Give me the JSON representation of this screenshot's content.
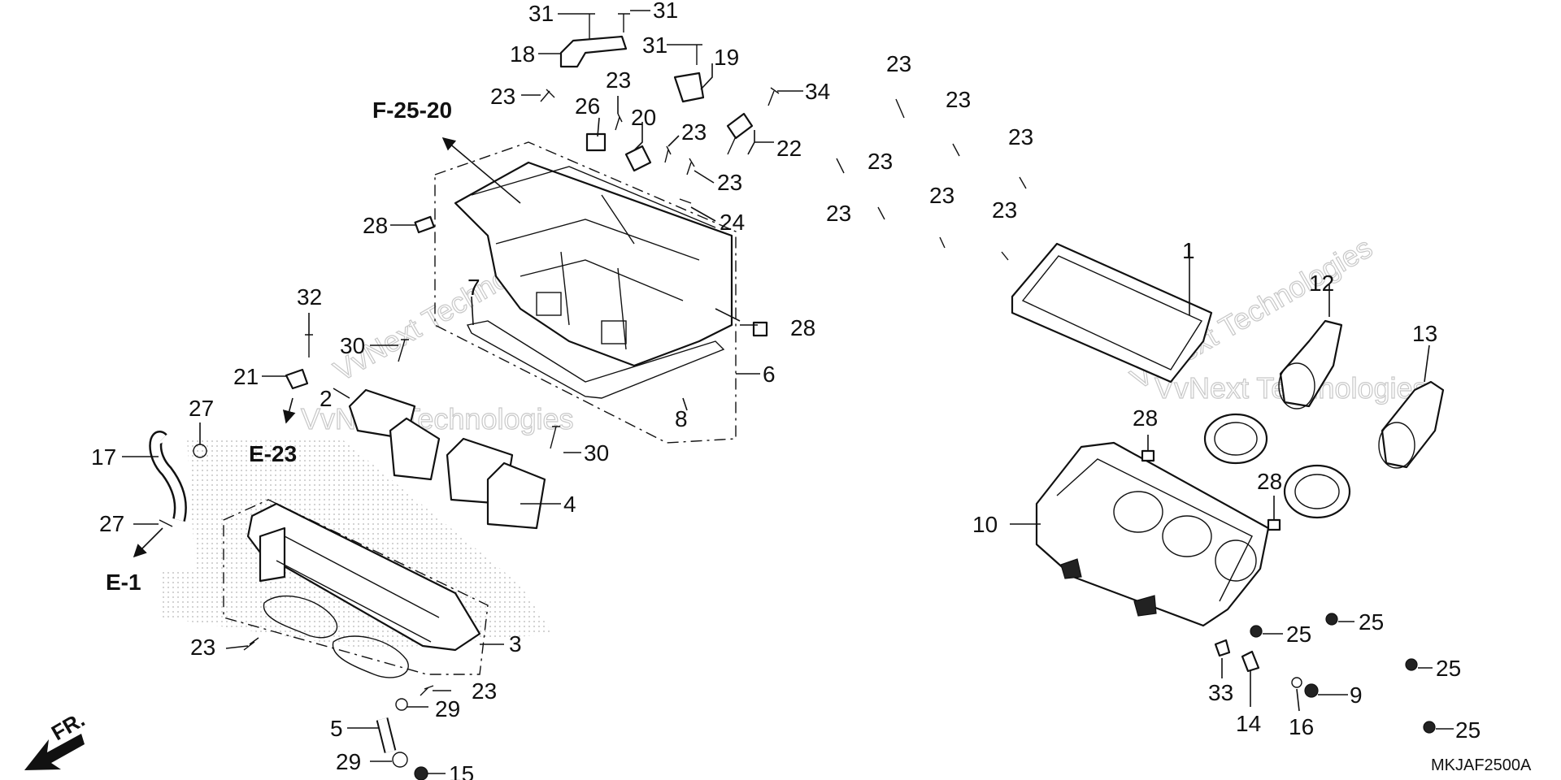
{
  "watermarks": [
    "VvNext Technologies",
    "VvNext Technologies",
    "VvNext Technologies",
    "VvNext Technologies"
  ],
  "refs": [
    "F-25-20",
    "E-23",
    "E-1"
  ],
  "code": "MKJAF2500A",
  "front_label": "FR.",
  "callouts": {
    "c31a": "31",
    "c31b": "31",
    "c31c": "31",
    "c18": "18",
    "c19": "19",
    "c23a": "23",
    "c23b": "23",
    "c26": "26",
    "c20": "20",
    "c23c": "23",
    "c34": "34",
    "c22": "22",
    "c23d": "23",
    "c24": "24",
    "c28a": "28",
    "c28b": "28",
    "c7": "7",
    "c6": "6",
    "c8": "8",
    "c32": "32",
    "c30a": "30",
    "c21": "21",
    "c2": "2",
    "c27a": "27",
    "c17": "17",
    "c30b": "30",
    "c4": "4",
    "c27b": "27",
    "c3": "3",
    "c23e": "23",
    "c23f": "23",
    "c29a": "29",
    "c5": "5",
    "c29b": "29",
    "c15": "15",
    "c23g": "23",
    "c23h": "23",
    "c23i": "23",
    "c23j": "23",
    "c23k": "23",
    "c23l": "23",
    "c23m": "23",
    "c1": "1",
    "c12": "12",
    "c13": "13",
    "c28c": "28",
    "c28d": "28",
    "c10": "10",
    "c25a": "25",
    "c25b": "25",
    "c25c": "25",
    "c25d": "25",
    "c33": "33",
    "c14": "14",
    "c16": "16",
    "c9": "9"
  },
  "colors": {
    "line": "#111111",
    "background": "#ffffff",
    "watermark": "#c8c8c8",
    "shading": "#999999"
  }
}
